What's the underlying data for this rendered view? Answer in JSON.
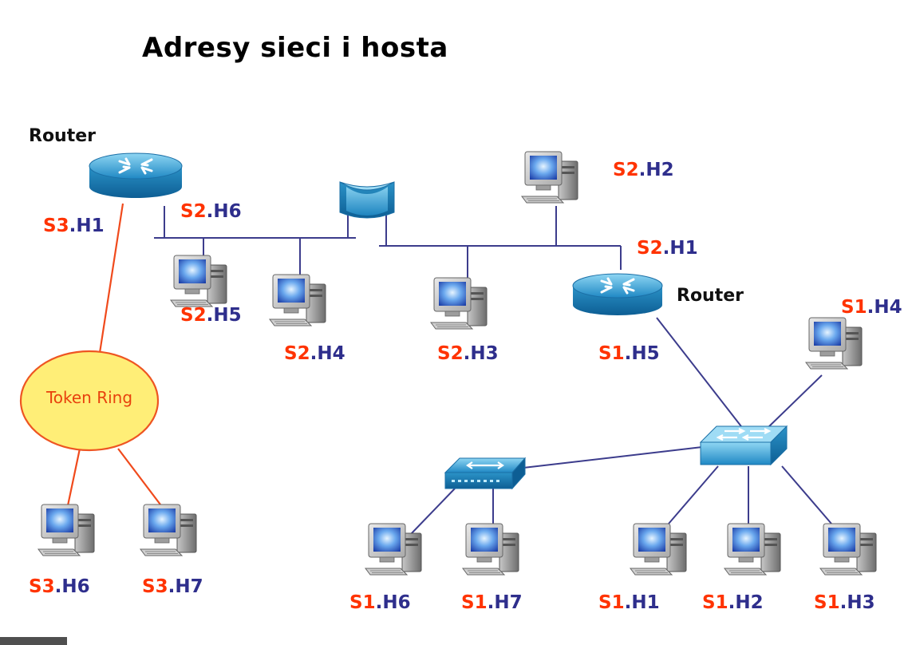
{
  "title": "Adresy sieci i hosta",
  "router_labels": [
    "Router",
    "Router"
  ],
  "token_ring_label": "Token Ring",
  "addresses": {
    "s3_h1": {
      "net": "S3",
      "host": "H1"
    },
    "s2_h6": {
      "net": "S2",
      "host": "H6"
    },
    "s2_h2": {
      "net": "S2",
      "host": "H2"
    },
    "s2_h1": {
      "net": "S2",
      "host": "H1"
    },
    "s1_h4": {
      "net": "S1",
      "host": "H4"
    },
    "s2_h5": {
      "net": "S2",
      "host": "H5"
    },
    "s2_h4": {
      "net": "S2",
      "host": "H4"
    },
    "s2_h3": {
      "net": "S2",
      "host": "H3"
    },
    "s1_h5": {
      "net": "S1",
      "host": "H5"
    },
    "s3_h6": {
      "net": "S3",
      "host": "H6"
    },
    "s3_h7": {
      "net": "S3",
      "host": "H7"
    },
    "s1_h6": {
      "net": "S1",
      "host": "H6"
    },
    "s1_h7": {
      "net": "S1",
      "host": "H7"
    },
    "s1_h1": {
      "net": "S1",
      "host": "H1"
    },
    "s1_h2": {
      "net": "S1",
      "host": "H2"
    },
    "s1_h3": {
      "net": "S1",
      "host": "H3"
    }
  },
  "colors": {
    "network_part": "#ff3300",
    "host_part": "#2e2e8c",
    "ethernet_link": "#3c3c8c",
    "token_ring_link": "#f04a1c",
    "token_ring_fill": "#ffee77",
    "device_blue": "#39a7d9"
  }
}
